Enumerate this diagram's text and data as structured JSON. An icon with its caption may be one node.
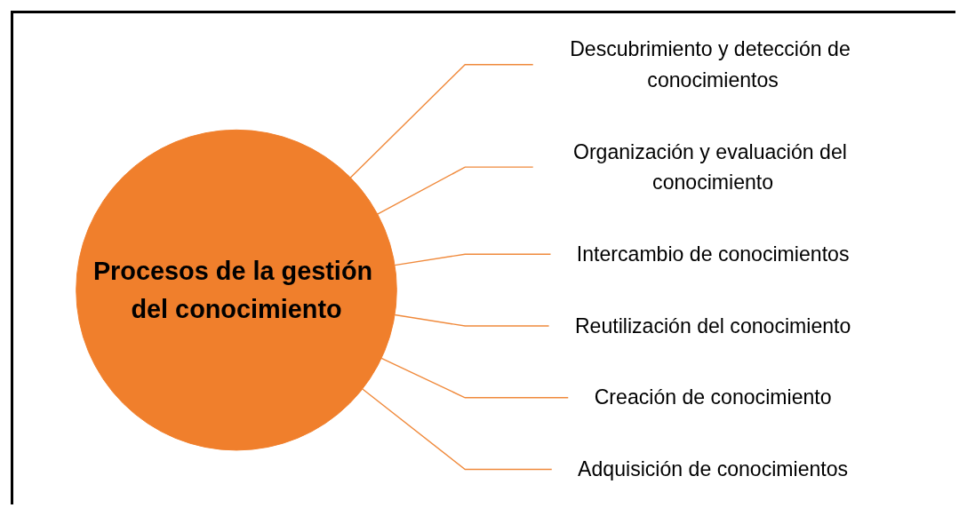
{
  "diagram": {
    "nodes": [
      {
        "text": [
          "Procesos de la gestión del conocimiento"
        ]
      },
      {
        "text": [
          "Descubrimiento y detección de conocimientos"
        ]
      },
      {
        "text": [
          "Organización y evaluación del conocimiento"
        ]
      },
      {
        "text": [
          "Intercambio de conocimientos"
        ]
      },
      {
        "text": [
          "Reutilización del conocimiento"
        ]
      },
      {
        "text": [
          "Creación de conocimiento"
        ]
      },
      {
        "text": [
          "Adquisición de conocimientos"
        ]
      }
    ],
    "edges": [
      {
        "from": 0,
        "to": 1,
        "arrow": "none"
      },
      {
        "from": 0,
        "to": 2,
        "arrow": "none"
      },
      {
        "from": 0,
        "to": 3,
        "arrow": "none"
      },
      {
        "from": 0,
        "to": 4,
        "arrow": "none"
      },
      {
        "from": 0,
        "to": 5,
        "arrow": "none"
      },
      {
        "from": 0,
        "to": 6,
        "arrow": "none"
      }
    ]
  }
}
